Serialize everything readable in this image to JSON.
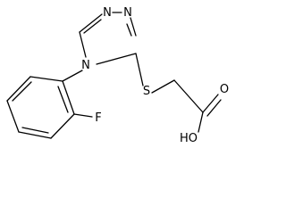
{
  "molecule": {
    "atoms": {
      "n_top_left": "N",
      "n_top_right": "N",
      "n_ring": "N",
      "sulfur": "S",
      "fluorine": "F",
      "carbonyl_oxygen": "O",
      "hydroxyl": "HO"
    }
  }
}
